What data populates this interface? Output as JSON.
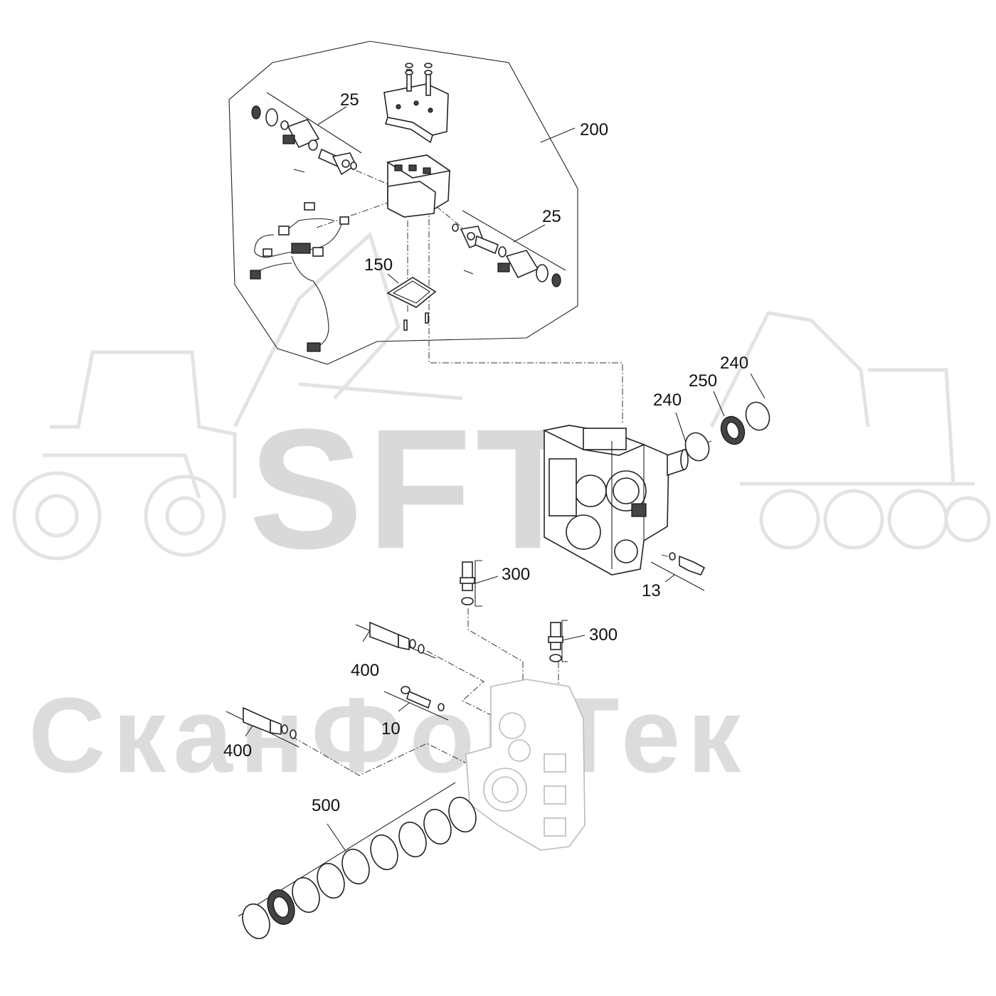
{
  "watermark": {
    "brand": "SFT",
    "company": "СканФорТек"
  },
  "callouts": {
    "c25_top": "25",
    "c200": "200",
    "c25_right": "25",
    "c150": "150",
    "c240_left": "240",
    "c250": "250",
    "c240_right": "240",
    "c300_left": "300",
    "c13": "13",
    "c300_right": "300",
    "c400_upper": "400",
    "c10": "10",
    "c400_lower": "400",
    "c500": "500"
  },
  "colors": {
    "line": "#222222",
    "watermark": "#d9d9d9",
    "background": "#ffffff"
  }
}
